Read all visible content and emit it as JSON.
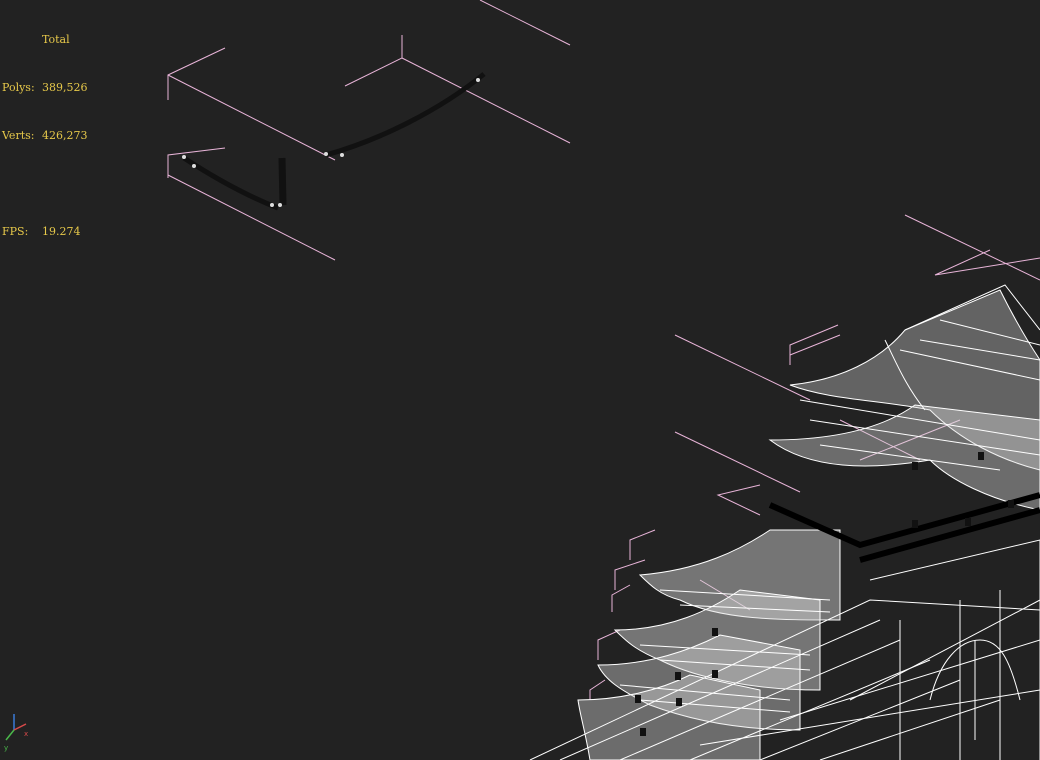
{
  "viewport": {
    "background": "#222222",
    "stats": {
      "header": "Total",
      "polys_label": "Polys:",
      "polys_value": "389,526",
      "verts_label": "Verts:",
      "verts_value": "426,273",
      "fps_label": "FPS:",
      "fps_value": "19.274",
      "color": "#e6c84a"
    },
    "colors": {
      "helper_lines": "#e8b4d8",
      "wireframe": "#ffffff",
      "selected_spline": "#111111"
    },
    "icons": [
      "axis-gizmo-icon"
    ]
  }
}
